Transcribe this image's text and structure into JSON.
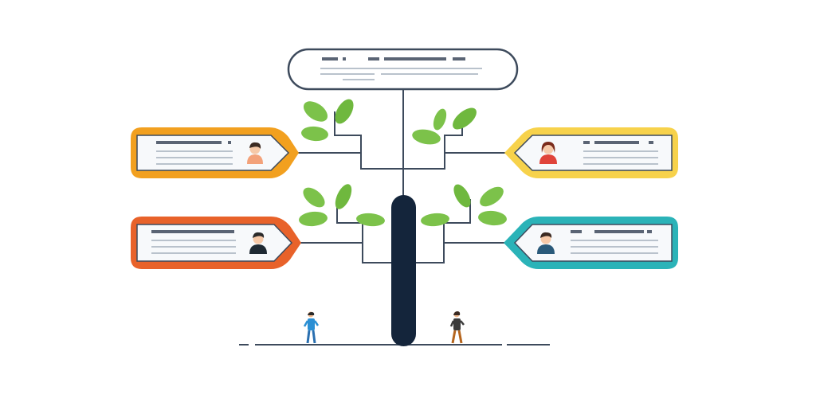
{
  "header": {
    "title": "",
    "lines": [
      "",
      ""
    ]
  },
  "cards": [
    {
      "position": "top-left",
      "label": "",
      "accent": "#f2a01f",
      "avatar_hair": "#3b2a22",
      "avatar_shirt": "#f3a27a"
    },
    {
      "position": "top-right",
      "label": "",
      "accent": "#f7d24b",
      "avatar_hair": "#7a2b1b",
      "avatar_shirt": "#e0443a"
    },
    {
      "position": "bottom-left",
      "label": "",
      "accent": "#e8622a",
      "avatar_hair": "#2a2a2a",
      "avatar_shirt": "#1f2a33"
    },
    {
      "position": "bottom-right",
      "label": "",
      "accent": "#2bb3b8",
      "avatar_hair": "#3b2a22",
      "avatar_shirt": "#2a5a7a"
    }
  ],
  "colors": {
    "trunk": "#14253b",
    "leaf": "#7cc24a",
    "leaf_dark": "#5ea832",
    "line": "#3d4a5c",
    "text_line": "#b9c2cc"
  },
  "icons": [
    "person-standing-icon",
    "person-walking-icon",
    "avatar-icon",
    "leaf-icon"
  ]
}
